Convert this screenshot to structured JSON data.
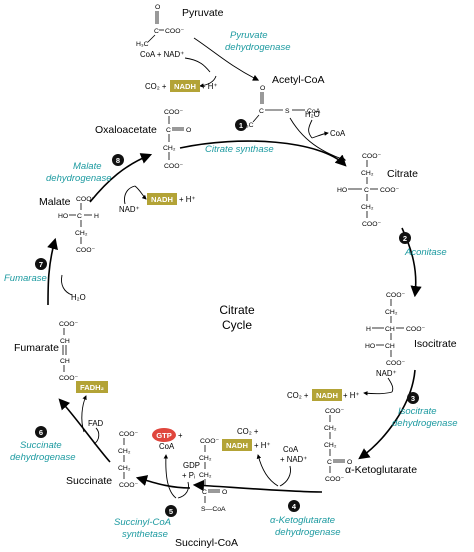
{
  "title": [
    "Citrate",
    "Cycle"
  ],
  "metabolites": {
    "pyruvate": "Pyruvate",
    "acetyl_coa": "Acetyl-CoA",
    "citrate": "Citrate",
    "isocitrate": "Isocitrate",
    "alpha_ketoglutarate": "α-Ketoglutarate",
    "succinyl_coa": "Succinyl-CoA",
    "succinate": "Succinate",
    "fumarate": "Fumarate",
    "malate": "Malate",
    "oxaloacetate": "Oxaloacetate"
  },
  "enzymes": {
    "pdh": [
      "Pyruvate",
      "dehydrogenase"
    ],
    "e1": [
      "Citrate synthase"
    ],
    "e2": [
      "Aconitase"
    ],
    "e3": [
      "Isocitrate",
      "dehydrogenase"
    ],
    "e4": [
      "α-Ketoglutarate",
      "dehydrogenase"
    ],
    "e5": [
      "Succinyl-CoA",
      "synthetase"
    ],
    "e6": [
      "Succinate",
      "dehydrogenase"
    ],
    "e7": [
      "Fumarase"
    ],
    "e8": [
      "Malate",
      "dehydrogenase"
    ]
  },
  "step_numbers": [
    "1",
    "2",
    "3",
    "4",
    "5",
    "6",
    "7",
    "8"
  ],
  "cofactors": {
    "pdh_in": "CoA + NAD⁺",
    "pdh_out_co2": "CO₂ +",
    "pdh_out_h": "+ H⁺",
    "cs_h2o": "H₂O",
    "cs_coa": "CoA",
    "idh_nad": "NAD⁺",
    "idh_co2": "CO₂ +",
    "idh_h": "+ H⁺",
    "akg_co2": "CO₂ +",
    "akg_h": "+ H⁺",
    "akg_in": [
      "CoA",
      "+ NAD⁺"
    ],
    "scs_in": [
      "GDP",
      "+ Pᵢ"
    ],
    "scs_gtp_plus": "+",
    "scs_coa": "CoA",
    "sdh_fad": "FAD",
    "fum_h2o": "H₂O",
    "mdh_nad": "NAD⁺",
    "mdh_h": "+ H⁺"
  },
  "boxes": {
    "nadh": "NADH",
    "fadh2": "FADH₂",
    "gtp": "GTP"
  },
  "formula": {
    "coo": "COO⁻",
    "ch2": "CH₂",
    "ch": "CH",
    "c": "C",
    "ho": "HO",
    "h": "H",
    "o": "O",
    "s_coa": "S—CoA",
    "h3c": "H₃C",
    "s": "S",
    "coa": "CoA"
  },
  "colors": {
    "enzyme": "#1c9aa0",
    "box": "#b3a336",
    "gtp": "#e0463d",
    "step": "#111111"
  }
}
